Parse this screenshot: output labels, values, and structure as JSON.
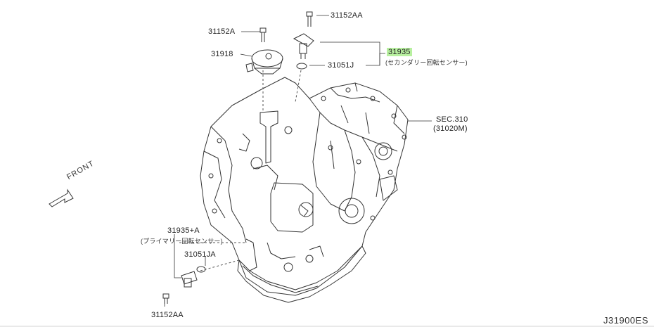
{
  "diagram": {
    "page_code": "J31900ES",
    "front_label": "FRONT",
    "labels": {
      "bolt_top_left": "31152A",
      "bolt_top_right": "31152AA",
      "bracket": "31918",
      "o_ring_top": "31051J",
      "secondary_sensor": "31935",
      "secondary_sensor_desc": "(セカンダリー回転センサー)",
      "section_ref": "SEC.310",
      "section_ref_sub": "(31020M)",
      "primary_sensor": "31935+A",
      "primary_sensor_desc": "(プライマリー回転センサー)",
      "o_ring_bottom": "31051JA",
      "bolt_bottom": "31152AA"
    },
    "highlight_color": "#b8f0a0",
    "line_color": "#333333"
  }
}
